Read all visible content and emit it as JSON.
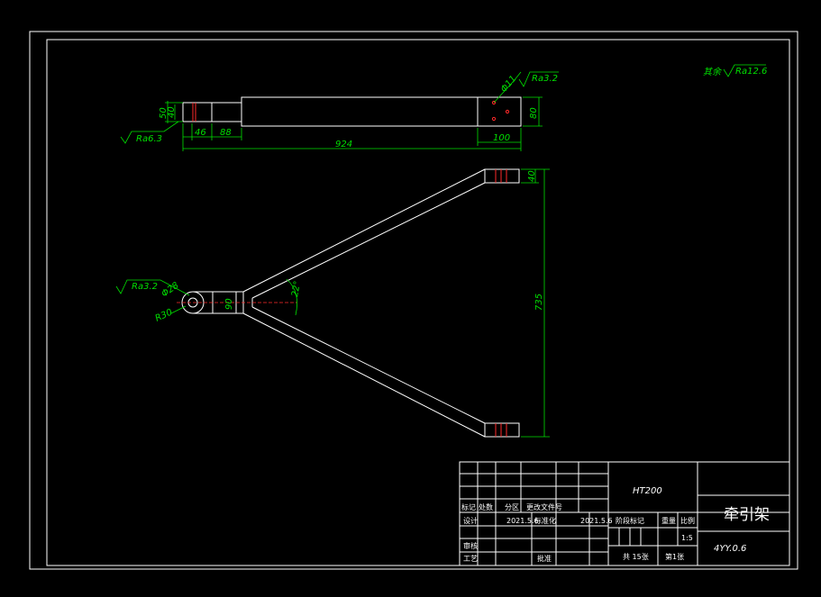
{
  "surface_finish": {
    "general_prefix": "其余",
    "general": "Ra12.6",
    "top_right": "Ra3.2",
    "side_left": "Ra6.3",
    "eye": "Ra3.2"
  },
  "dimensions": {
    "d50": "50",
    "d40a": "40",
    "d46": "46",
    "d88": "88",
    "d924": "924",
    "d100": "100",
    "d80": "80",
    "phi11": "Φ11",
    "d40b": "40",
    "d735": "735",
    "phi28": "Φ28",
    "r30": "R30",
    "d90": "90",
    "angle": "22°"
  },
  "title_block": {
    "material": "HT200",
    "part_name": "牵引架",
    "drawing_no": "4YY.0.6",
    "scale_label": "比例",
    "scale": "1:5",
    "mass_label": "重量",
    "stage_label": "阶段标记",
    "sheets_total": "共 15张",
    "sheet_no": "第1张",
    "rev_mark": "标记",
    "rev_count": "处数",
    "rev_zone": "分区",
    "rev_doc": "更改文件号",
    "design": "设计",
    "design_date": "2021.5.6",
    "standardize": "标准化",
    "std_date": "2021.5.6",
    "review": "审核",
    "process": "工艺",
    "approve": "批准"
  }
}
